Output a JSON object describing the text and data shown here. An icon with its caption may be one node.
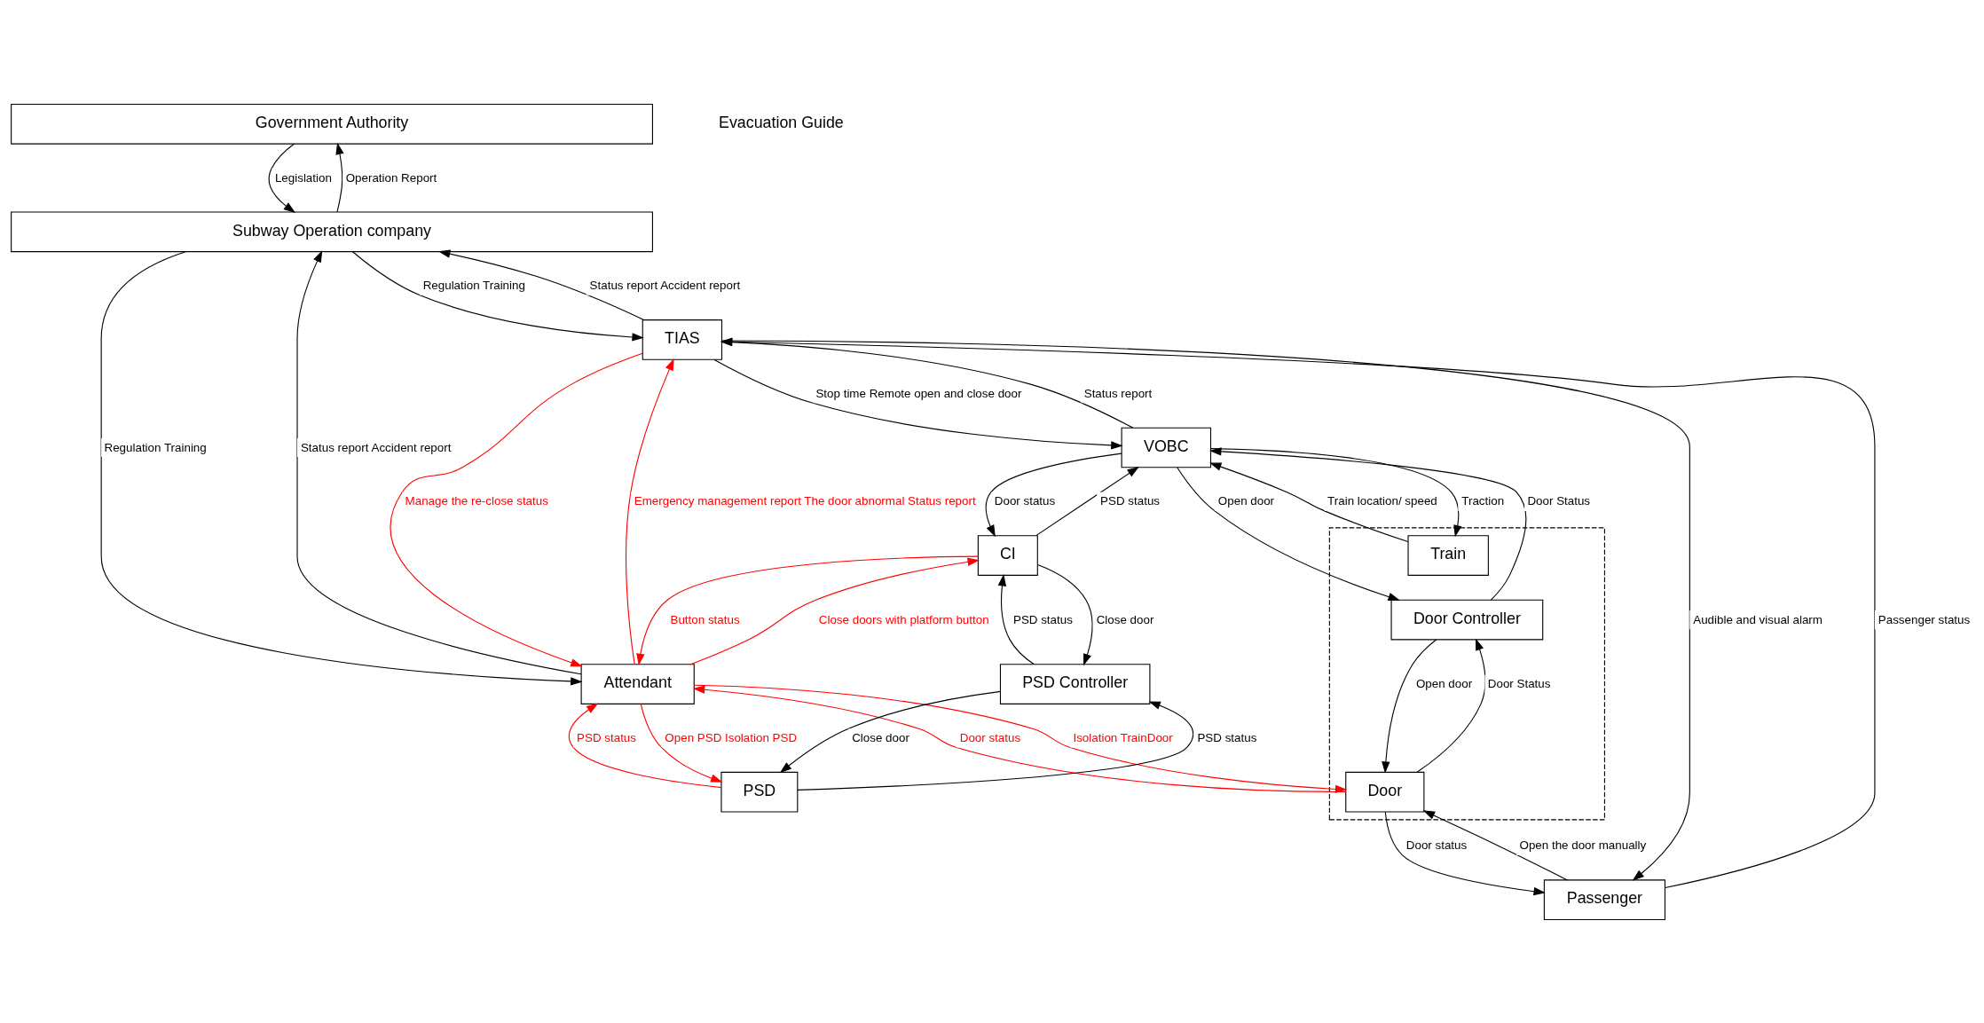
{
  "diagram": {
    "nodes": [
      {
        "text": [
          "Government Authority"
        ]
      },
      {
        "text": [
          "Subway Operation company"
        ]
      },
      {
        "text": [
          "TIAS"
        ]
      },
      {
        "text": [
          "VOBC"
        ]
      },
      {
        "text": [
          "CI"
        ]
      },
      {
        "text": [
          "Attendant"
        ]
      },
      {
        "text": [],
        "shape": "box"
      },
      {
        "text": [
          "Door Controller"
        ],
        "in": 6
      },
      {
        "text": [
          "Train"
        ],
        "in": 6
      },
      {
        "text": [
          "PSD Controller"
        ]
      },
      {
        "text": [
          "PSD"
        ]
      },
      {
        "text": [
          "Passenger"
        ]
      },
      {
        "text": [
          "Door"
        ],
        "in": 6
      }
    ],
    "edges": [
      {
        "from": 0,
        "to": 1,
        "arrow": "to",
        "label": "Legislation"
      },
      {
        "from": 1,
        "to": 0,
        "arrow": "to",
        "label": "Operation Report"
      },
      {
        "from": 1,
        "to": 2,
        "arrow": "to",
        "label": "Regulation Training"
      },
      {
        "from": 2,
        "to": 1,
        "arrow": "to",
        "label": "Status report Accident report"
      },
      {
        "from": 1,
        "to": 5,
        "arrow": "to",
        "label": "Regulation Training"
      },
      {
        "from": 5,
        "to": 1,
        "arrow": "to",
        "label": "Status report Accident report"
      },
      {
        "from": 2,
        "to": 11,
        "arrow": "to",
        "label": "Audible and visual alarm"
      },
      {
        "from": 11,
        "to": 2,
        "arrow": "to",
        "label": "Passenger status"
      },
      {
        "from": 2,
        "to": 5,
        "arrow": "to",
        "label": "Manage the re-close status",
        "color": "#ff0000"
      },
      {
        "from": 5,
        "to": 2,
        "arrow": "to",
        "label": "Emergency management report The door abnormal Status report",
        "color": "#ff0000"
      },
      {
        "from": 2,
        "to": 3,
        "arrow": "to",
        "label": "Stop time Remote open and close door"
      },
      {
        "from": 3,
        "to": 2,
        "arrow": "to",
        "label": "Status report"
      },
      {
        "from": 3,
        "to": 4,
        "arrow": "to",
        "label": "Door status"
      },
      {
        "from": 4,
        "to": 3,
        "arrow": "to",
        "label": "PSD status"
      },
      {
        "from": 4,
        "to": 5,
        "arrow": "to",
        "label": "Button status",
        "color": "#ff0000"
      },
      {
        "from": 5,
        "to": 4,
        "arrow": "to",
        "label": "Close doors with platform button",
        "color": "#ff0000"
      },
      {
        "from": 3,
        "to": 8,
        "arrow": "to",
        "label": "Traction"
      },
      {
        "from": 8,
        "to": 3,
        "arrow": "to",
        "label": "Train location/ speed"
      },
      {
        "from": 3,
        "to": 7,
        "arrow": "to",
        "label": "Open door"
      },
      {
        "from": 7,
        "to": 3,
        "arrow": "to",
        "label": "Door Status"
      },
      {
        "from": 4,
        "to": 9,
        "arrow": "to",
        "label": "Close door"
      },
      {
        "from": 9,
        "to": 4,
        "arrow": "to",
        "label": "PSD status"
      },
      {
        "from": 9,
        "to": 10,
        "arrow": "to",
        "label": "Close door"
      },
      {
        "from": 10,
        "to": 9,
        "arrow": "to",
        "label": "PSD status"
      },
      {
        "from": 5,
        "to": 10,
        "arrow": "to",
        "label": "Open PSD Isolation PSD",
        "color": "#ff0000"
      },
      {
        "from": 10,
        "to": 5,
        "arrow": "to",
        "label": "PSD status",
        "color": "#ff0000"
      },
      {
        "from": 5,
        "to": 12,
        "arrow": "to",
        "label": "Isolation TrainDoor",
        "color": "#ff0000"
      },
      {
        "from": 12,
        "to": 5,
        "arrow": "to",
        "label": "Door status",
        "color": "#ff0000"
      },
      {
        "from": 11,
        "to": 12,
        "arrow": "to",
        "label": "Open the door manually"
      },
      {
        "from": 12,
        "to": 11,
        "arrow": "to",
        "label": "Door status"
      },
      {
        "from": 7,
        "to": 12,
        "arrow": "to",
        "label": "Open door"
      },
      {
        "from": 12,
        "to": 7,
        "arrow": "to",
        "label": "Door Status"
      }
    ],
    "labels": [
      "Evacuation Guide"
    ]
  }
}
